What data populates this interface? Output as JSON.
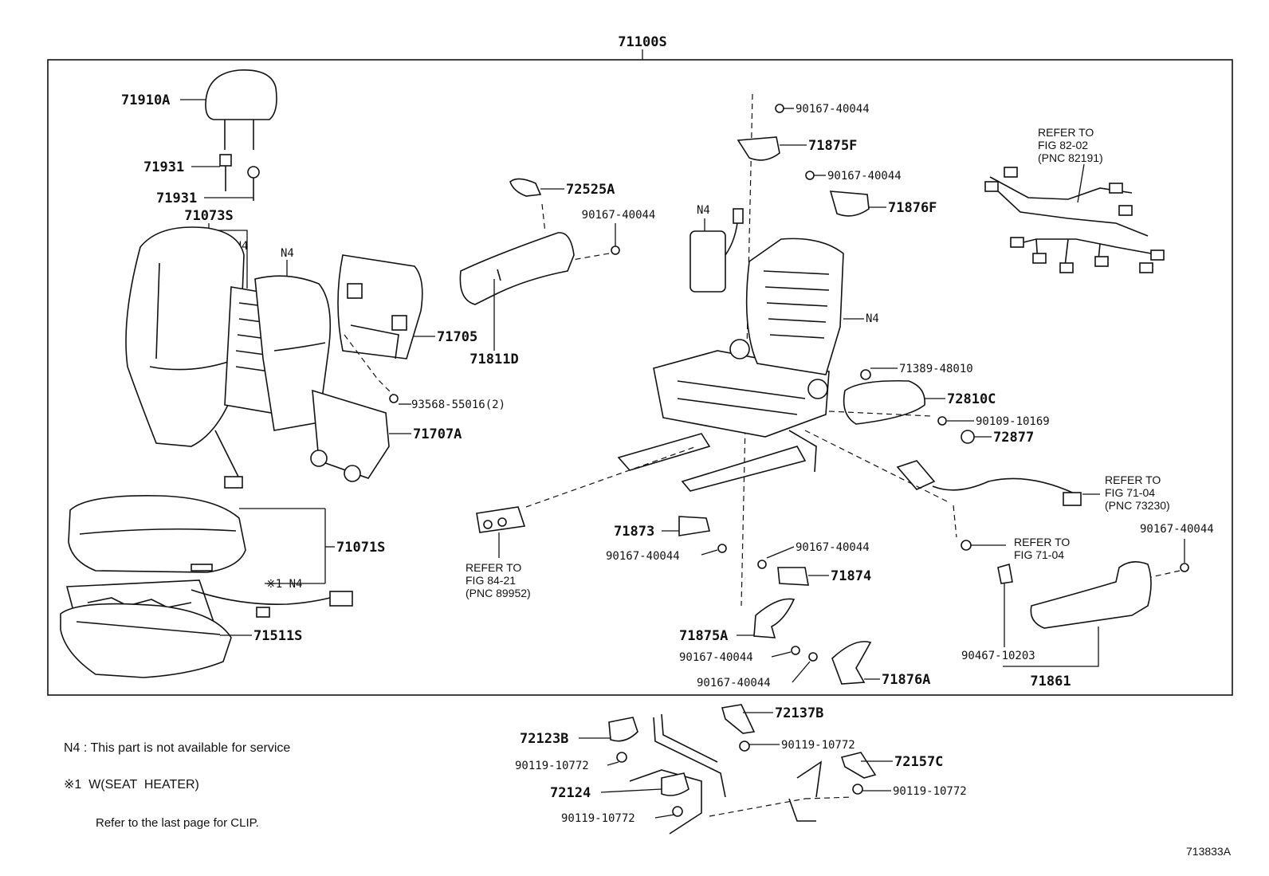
{
  "assembly": {
    "part_no": "71100S"
  },
  "parts": {
    "headrest": "71910A",
    "support_1": "71931",
    "support_2": "71931",
    "back_cover": "71073S",
    "back_heater_note": "※1 N4",
    "back_pad_note": "N4",
    "back_board": "71705",
    "back_board_lower": "71707A",
    "screw_93568": "93568-55016(2)",
    "airbag_cover": "72525A",
    "screw_a": "90167-40044",
    "shield": "71811D",
    "screw_top": "90167-40044",
    "cover_71875F": "71875F",
    "screw_b": "90167-40044",
    "cover_71876F": "71876F",
    "airbag_n4": "N4",
    "frame_n4": "N4",
    "bolt_71389": "71389-48010",
    "armrest": "72810C",
    "screw_90109": "90109-10169",
    "cap_72877": "72877",
    "cushion_assy": "71071S",
    "cushion_heater_note": "※1 N4",
    "cushion_cover": "71511S",
    "cover_71873": "71873",
    "screw_c": "90167-40044",
    "screw_d": "90167-40044",
    "cover_71874": "71874",
    "cover_71875A": "71875A",
    "screw_e": "90167-40044",
    "screw_f": "90167-40044",
    "cover_71876A": "71876A",
    "screw_g": "90167-40044",
    "clip_90467": "90467-10203",
    "shield_71861": "71861",
    "cover_72123B": "72123B",
    "screw_h": "90119-10772",
    "cover_72124": "72124",
    "screw_i": "90119-10772",
    "cover_72137B": "72137B",
    "screw_j": "90119-10772",
    "cover_72157C": "72157C",
    "screw_k": "90119-10772"
  },
  "refs": {
    "wire": [
      "REFER TO",
      "FIG 82-02",
      "(PNC 82191)"
    ],
    "switch": [
      "REFER TO",
      "FIG 84-21",
      "(PNC 89952)"
    ],
    "belt": [
      "REFER TO",
      "FIG 71-04",
      "(PNC 73230)"
    ],
    "anchor": [
      "REFER TO",
      "FIG 71-04"
    ]
  },
  "notes": {
    "n4": "N4 : This part is not available for service",
    "w": "※1  W(SEAT  HEATER)",
    "clip": "Refer to the last page for CLIP."
  },
  "figure_id": "713833A"
}
